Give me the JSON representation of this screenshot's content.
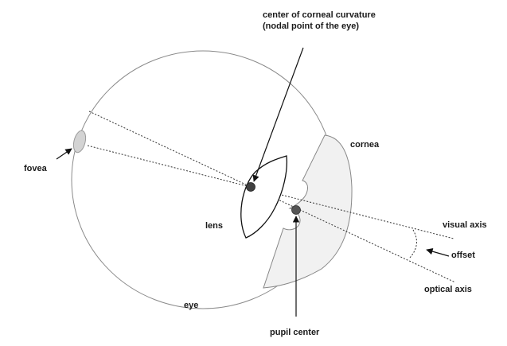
{
  "labels": {
    "center_line1": "center of corneal curvature",
    "center_line2": "(nodal point of the eye)",
    "fovea": "fovea",
    "cornea": "cornea",
    "lens": "lens",
    "visual_axis": "visual axis",
    "offset": "offset",
    "optical_axis": "optical axis",
    "eye": "eye",
    "pupil_center": "pupil center"
  },
  "colors": {
    "outline": "#888888",
    "cornea_fill": "#f0f0f0",
    "fovea_fill": "#d0d0d0",
    "lens_stroke": "#111111",
    "point_fill": "#404040",
    "arrow": "#111111",
    "axis_line": "#333333"
  }
}
